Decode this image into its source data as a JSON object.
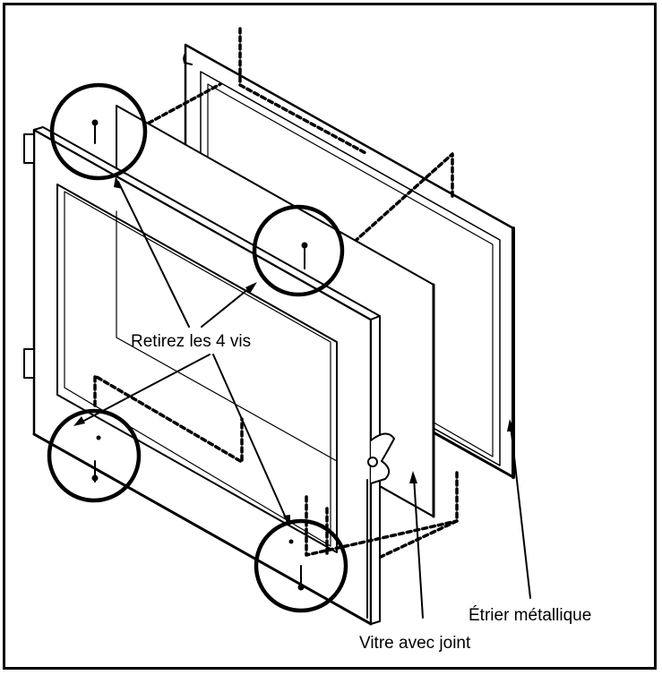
{
  "labels": {
    "remove_screws": "Retirez les 4 vis",
    "metal_bracket": "Étrier métallique",
    "glass_with_gasket": "Vitre avec joint"
  },
  "colors": {
    "line": "#000000",
    "background": "#ffffff"
  }
}
